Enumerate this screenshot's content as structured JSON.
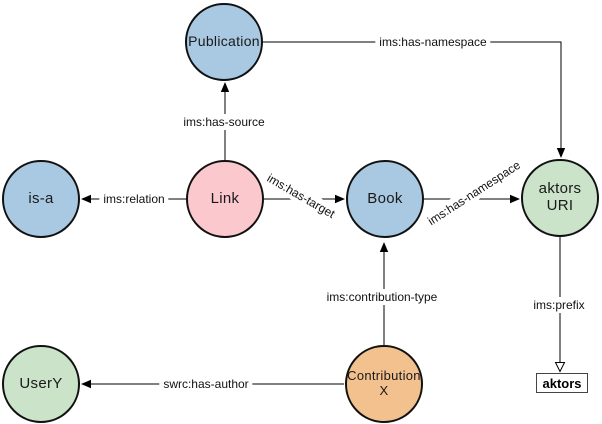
{
  "diagram": {
    "nodes": {
      "publication": {
        "label": "Publication",
        "fill": "#a9c8e1"
      },
      "is_a": {
        "label": "is-a",
        "fill": "#a9c8e1"
      },
      "link": {
        "label": "Link",
        "fill": "#fac8cd"
      },
      "book": {
        "label": "Book",
        "fill": "#a9c8e1"
      },
      "aktors_uri": {
        "line1": "aktors",
        "line2": "URI",
        "fill": "#cbe3c9"
      },
      "usery": {
        "label": "UserY",
        "fill": "#cbe3c9"
      },
      "contribution_x": {
        "line1": "Contribution",
        "line2": "X",
        "fill": "#f2c18e"
      },
      "aktors_box": {
        "label": "aktors"
      }
    },
    "edges": {
      "has_source": {
        "label": "ims:has-source"
      },
      "pub_has_namespace": {
        "label": "ims:has-namespace"
      },
      "relation": {
        "label": "ims:relation"
      },
      "has_target": {
        "label": "ims:has-target"
      },
      "book_has_namespace": {
        "label": "ims:has-namespace"
      },
      "prefix": {
        "label": "ims:prefix"
      },
      "contribution_type": {
        "label": "ims:contribution-type"
      },
      "has_author": {
        "label": "swrc:has-author"
      }
    },
    "colors": {
      "line": "#000000",
      "node_border": "#111111"
    }
  }
}
